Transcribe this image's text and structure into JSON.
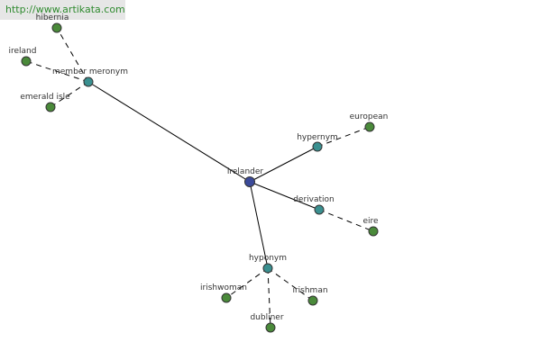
{
  "watermark": "http://www.artikata.com",
  "colors": {
    "root": "#3b4a9a",
    "relation": "#3a9090",
    "leaf": "#4a8a3a"
  },
  "graph": {
    "nodes": [
      {
        "id": "irelander",
        "label": "irelander",
        "kind": "root"
      },
      {
        "id": "member_meronym",
        "label": "member meronym",
        "kind": "relation"
      },
      {
        "id": "hibernia",
        "label": "hibernia",
        "kind": "leaf"
      },
      {
        "id": "ireland",
        "label": "ireland",
        "kind": "leaf"
      },
      {
        "id": "emerald_isle",
        "label": "emerald isle",
        "kind": "leaf"
      },
      {
        "id": "hypernym",
        "label": "hypernym",
        "kind": "relation"
      },
      {
        "id": "european",
        "label": "european",
        "kind": "leaf"
      },
      {
        "id": "derivation",
        "label": "derivation",
        "kind": "relation"
      },
      {
        "id": "eire",
        "label": "eire",
        "kind": "leaf"
      },
      {
        "id": "hyponym",
        "label": "hyponym",
        "kind": "relation"
      },
      {
        "id": "irishwoman",
        "label": "irishwoman",
        "kind": "leaf"
      },
      {
        "id": "irishman",
        "label": "irishman",
        "kind": "leaf"
      },
      {
        "id": "dubliner",
        "label": "dubliner",
        "kind": "leaf"
      }
    ],
    "edges": [
      {
        "from": "irelander",
        "to": "member_meronym",
        "style": "solid"
      },
      {
        "from": "irelander",
        "to": "hypernym",
        "style": "solid"
      },
      {
        "from": "irelander",
        "to": "derivation",
        "style": "solid"
      },
      {
        "from": "irelander",
        "to": "hyponym",
        "style": "solid"
      },
      {
        "from": "member_meronym",
        "to": "hibernia",
        "style": "dashed"
      },
      {
        "from": "member_meronym",
        "to": "ireland",
        "style": "dashed"
      },
      {
        "from": "member_meronym",
        "to": "emerald_isle",
        "style": "dashed"
      },
      {
        "from": "hypernym",
        "to": "european",
        "style": "dashed"
      },
      {
        "from": "derivation",
        "to": "eire",
        "style": "dashed"
      },
      {
        "from": "hyponym",
        "to": "irishwoman",
        "style": "dashed"
      },
      {
        "from": "hyponym",
        "to": "irishman",
        "style": "dashed"
      },
      {
        "from": "hyponym",
        "to": "dubliner",
        "style": "dashed"
      }
    ]
  }
}
